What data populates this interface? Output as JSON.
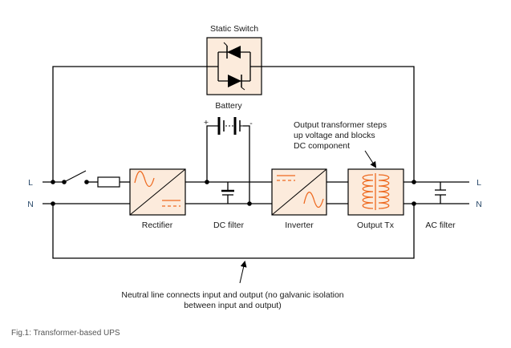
{
  "diagram": {
    "caption": "Fig.1: Transformer-based UPS",
    "colors": {
      "box_fill": "#fcebdc",
      "symbol_orange": "#ee6a20",
      "wire": "#000000"
    },
    "components": {
      "static_switch": "Static Switch",
      "battery": "Battery",
      "battery_plus": "+",
      "battery_minus": "-",
      "rectifier": "Rectifier",
      "dc_filter": "DC filter",
      "inverter": "Inverter",
      "output_tx": "Output Tx",
      "ac_filter": "AC filter"
    },
    "terminals": {
      "input_line": "L",
      "input_neutral": "N",
      "output_line": "L",
      "output_neutral": "N"
    },
    "annotations": {
      "transformer_note": [
        "Output transformer steps",
        "up voltage and blocks",
        "DC component"
      ],
      "neutral_note": [
        "Neutral line connects input and output (no galvanic isolation",
        "between input and output)"
      ]
    }
  }
}
